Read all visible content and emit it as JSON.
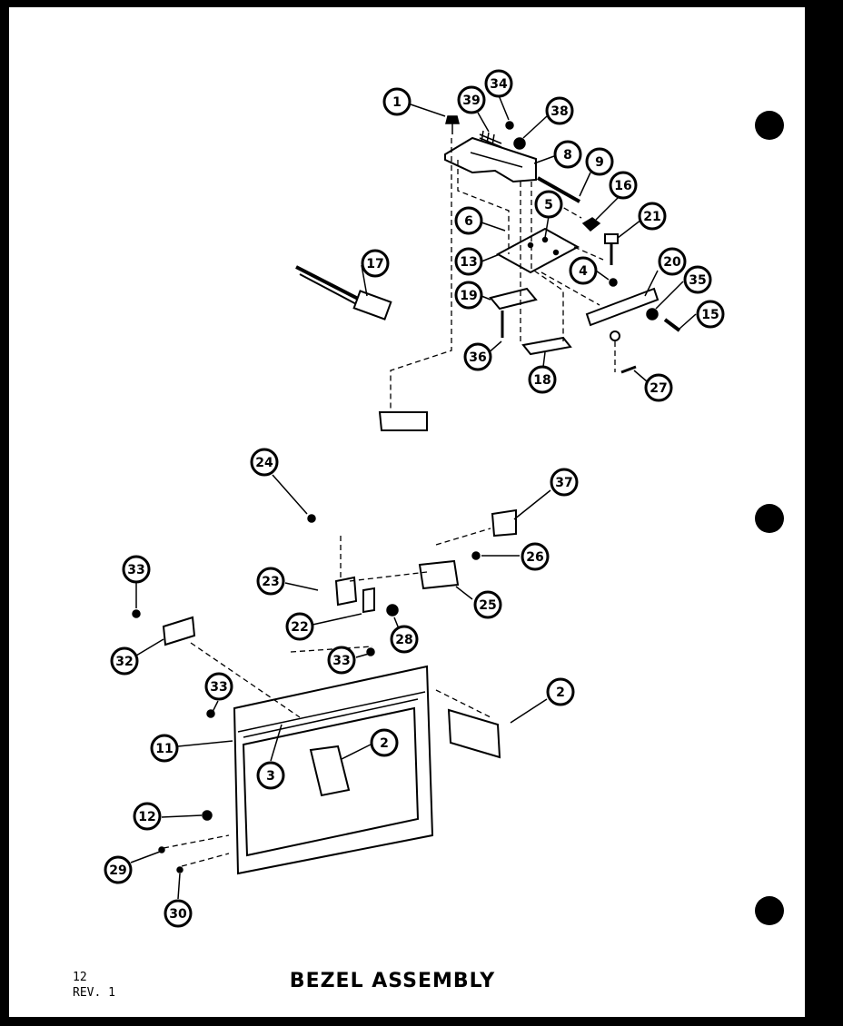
{
  "title": "BEZEL ASSEMBLY",
  "page_number": "12",
  "revision": "REV. 1",
  "colors": {
    "ink": "#000000",
    "paper": "#ffffff",
    "border": "#000000"
  },
  "callouts": [
    "1",
    "34",
    "39",
    "38",
    "8",
    "9",
    "16",
    "6",
    "5",
    "21",
    "13",
    "4",
    "20",
    "35",
    "15",
    "17",
    "19",
    "36",
    "18",
    "27",
    "24",
    "37",
    "26",
    "23",
    "25",
    "33",
    "22",
    "28",
    "32",
    "33",
    "33",
    "2",
    "11",
    "3",
    "2",
    "12",
    "29",
    "30"
  ]
}
